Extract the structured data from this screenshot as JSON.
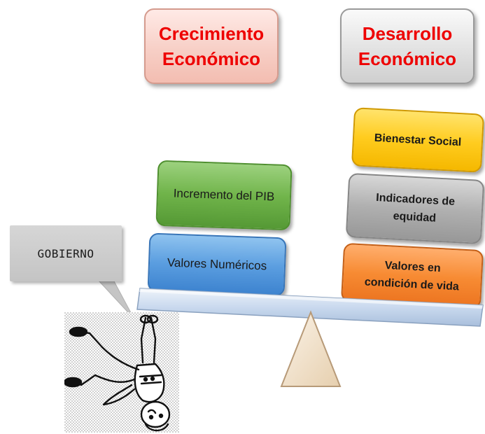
{
  "header": {
    "left_title": [
      "Crecimiento",
      "Económico"
    ],
    "right_title": [
      "Desarrollo",
      "Económico"
    ]
  },
  "left_pan": {
    "cards": [
      {
        "lines": [
          "Incremento del PIB"
        ]
      },
      {
        "lines": [
          "Valores Numéricos"
        ]
      }
    ]
  },
  "right_pan": {
    "cards": [
      {
        "lines": [
          "Bienestar Social"
        ]
      },
      {
        "lines": [
          "Indicadores de",
          "equidad"
        ]
      },
      {
        "lines": [
          "Valores en",
          "condición de vida"
        ]
      }
    ]
  },
  "callout": {
    "text": "GOBIERNO"
  },
  "illustration": {
    "icon": "man-pushing-seesaw-icon"
  },
  "colors": {
    "title_text": "#ee0000",
    "crecimiento_box": "#f7cfc6",
    "desarrollo_box": "#e2e2e2",
    "pib_card": "#70b44a",
    "valores_card": "#5b9ee0",
    "bienestar_card": "#ffcc1f",
    "equidad_card": "#b0b0b0",
    "vida_card": "#f78b33",
    "beam": "#c9d9ee",
    "fulcrum": "#f3e4cf",
    "callout": "#c8c8c8"
  }
}
